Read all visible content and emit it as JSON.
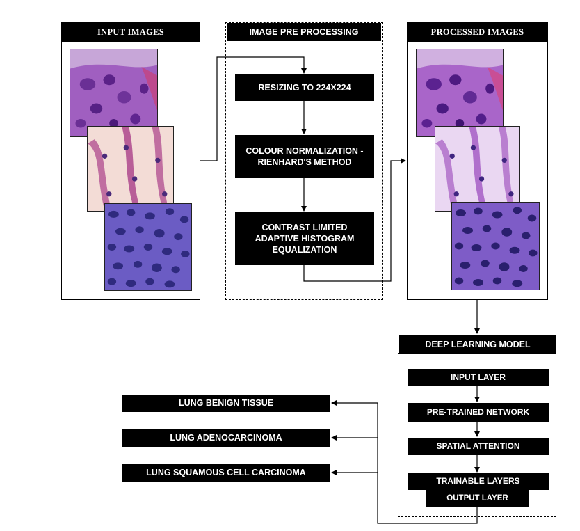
{
  "input_panel": {
    "title": "INPUT IMAGES"
  },
  "preprocessing": {
    "title": "IMAGE PRE PROCESSING",
    "steps": [
      "RESIZING TO 224X224",
      "COLOUR NORMALIZATION - RIENHARD'S METHOD",
      "CONTRAST LIMITED ADAPTIVE HISTOGRAM EQUALIZATION"
    ]
  },
  "processed_panel": {
    "title": "PROCESSED IMAGES"
  },
  "model": {
    "title": "DEEP LEARNING MODEL",
    "layers": [
      "INPUT LAYER",
      "PRE-TRAINED NETWORK",
      "SPATIAL ATTENTION",
      "TRAINABLE LAYERS",
      "OUTPUT LAYER"
    ]
  },
  "outputs": [
    "LUNG BENIGN TISSUE",
    "LUNG ADENOCARCINOMA",
    "LUNG SQUAMOUS CELL CARCINOMA"
  ],
  "colors": {
    "accent": "#000000",
    "tissue_purple": "#8b4fb8",
    "tissue_pink": "#f1d8d6",
    "tissue_lavender": "#e7d4ef",
    "tissue_dark": "#5b47b5"
  }
}
